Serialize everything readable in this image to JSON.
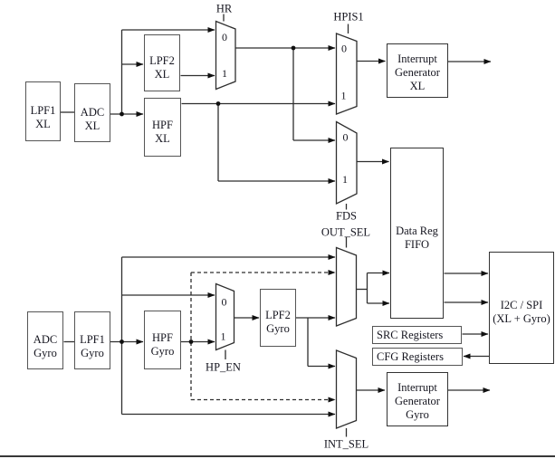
{
  "colors": {
    "background": "#ffffff",
    "line": "#2e2e2e",
    "box_border": "#555555",
    "text": "#15151f"
  },
  "blocks": {
    "lpf1_xl": {
      "lines": [
        "LPF1",
        "XL"
      ]
    },
    "adc_xl": {
      "lines": [
        "ADC",
        "XL"
      ]
    },
    "lpf2_xl": {
      "lines": [
        "LPF2",
        "XL"
      ]
    },
    "hpf_xl": {
      "lines": [
        "HPF",
        "XL"
      ]
    },
    "interrupt_generator_xl": {
      "lines": [
        "Interrupt",
        "Generator",
        "XL"
      ]
    },
    "data_reg_fifo": {
      "lines": [
        "Data Reg",
        "FIFO"
      ]
    },
    "i2c_spi": {
      "lines": [
        "I2C / SPI",
        "(XL + Gyro)"
      ]
    },
    "src_registers": {
      "lines": [
        "SRC Registers"
      ]
    },
    "cfg_registers": {
      "lines": [
        "CFG Registers"
      ]
    },
    "interrupt_generator_gyro": {
      "lines": [
        "Interrupt",
        "Generator",
        "Gyro"
      ]
    },
    "adc_gyro": {
      "lines": [
        "ADC",
        "Gyro"
      ]
    },
    "lpf1_gyro": {
      "lines": [
        "LPF1",
        "Gyro"
      ]
    },
    "hpf_gyro": {
      "lines": [
        "HPF",
        "Gyro"
      ]
    },
    "lpf2_gyro": {
      "lines": [
        "LPF2",
        "Gyro"
      ]
    }
  },
  "muxes": {
    "hr": {
      "label": "HR",
      "input0": "0",
      "input1": "1"
    },
    "hpis1": {
      "label": "HPIS1",
      "input0": "0",
      "input1": "1"
    },
    "fds": {
      "label": "FDS",
      "input0": "0",
      "input1": "1"
    },
    "hp_en": {
      "label": "HP_EN",
      "input0": "0",
      "input1": "1"
    },
    "out_sel": {
      "label": "OUT_SEL"
    },
    "int_sel": {
      "label": "INT_SEL"
    }
  }
}
